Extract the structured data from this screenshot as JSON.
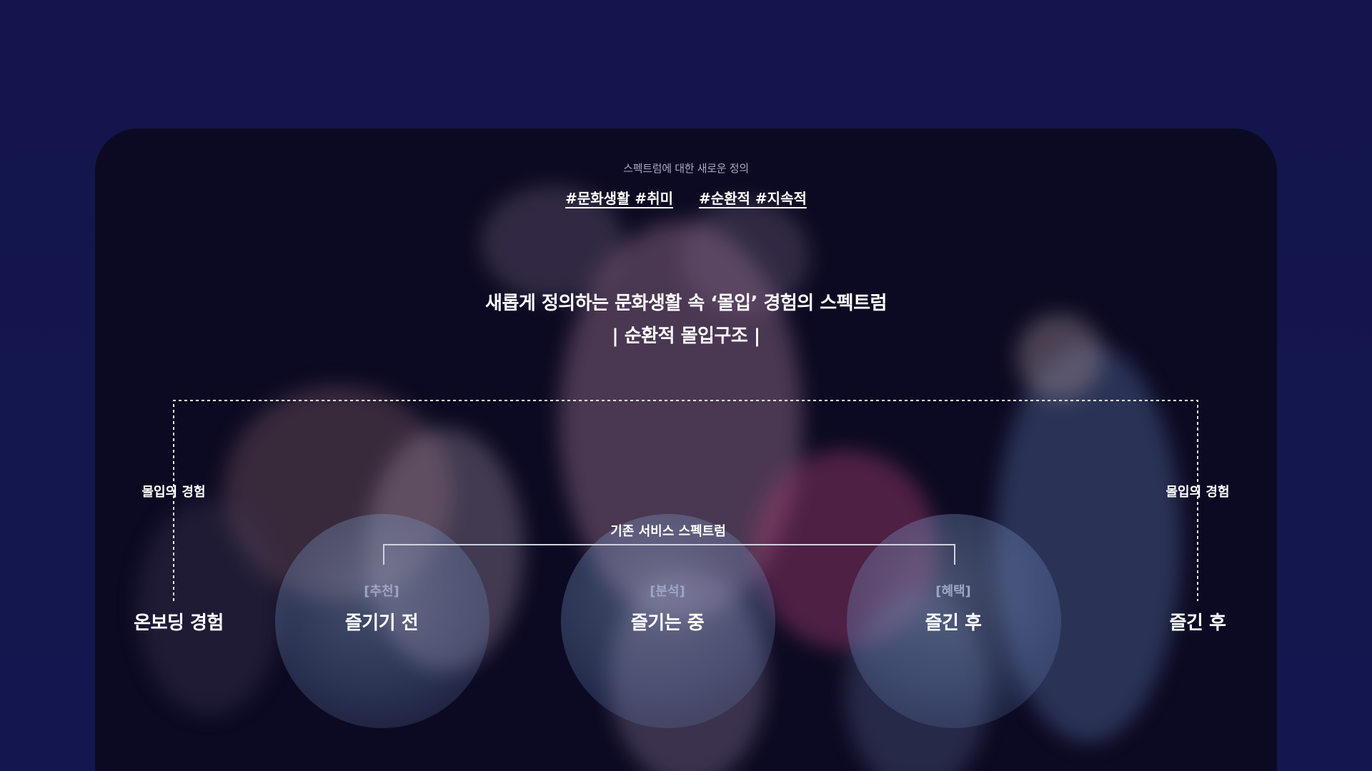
{
  "panel": {
    "eyebrow": "스펙트럼에 대한 새로운 정의",
    "hashtags": [
      "#문화생활 #취미",
      "#순환적 #지속적"
    ],
    "headline": {
      "line1": "새롭게 정의하는 문화생활 속 ‘몰입’ 경험의 스펙트럼",
      "line2": "| 순환적 몰입구조 |"
    }
  },
  "diagram": {
    "immersion_label_left": "몰입의 경험",
    "immersion_label_right": "몰입의 경험",
    "existing_service_label": "기존 서비스 스펙트럼",
    "start_stage": "온보딩 경험",
    "end_stage": "즐긴 후",
    "stages": [
      {
        "tag": "[추천]",
        "name": "즐기기 전"
      },
      {
        "tag": "[분석]",
        "name": "즐기는 중"
      },
      {
        "tag": "[혜택]",
        "name": "즐긴 후"
      }
    ]
  },
  "colors": {
    "page_background": "#13144a",
    "panel_background": "#0c0a22",
    "circle_fill": "#7f9cc8",
    "line": "#ffffff"
  }
}
